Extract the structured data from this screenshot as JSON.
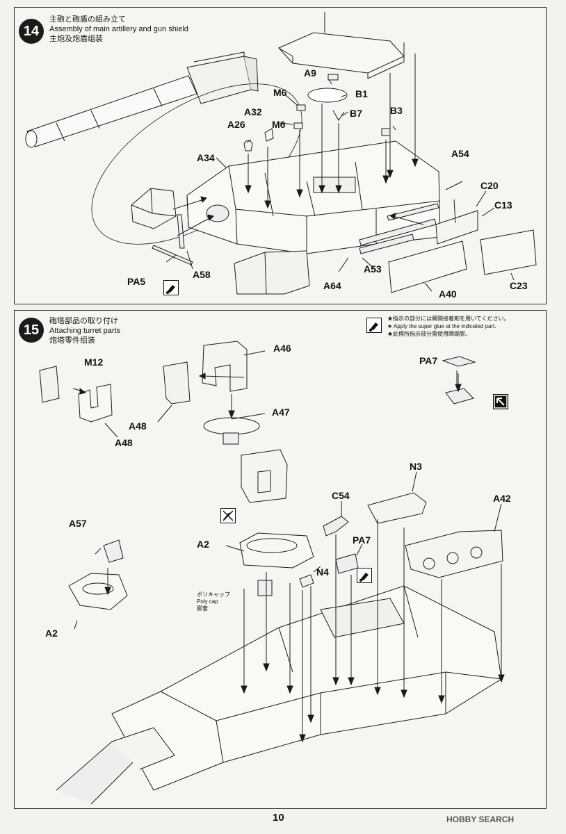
{
  "step14": {
    "number": "14",
    "title_jp": "主砲と砲盾の組み立て",
    "title_en": "Assembly of main artillery and gun shield",
    "title_cn": "主炮及炮盾组装",
    "labels": {
      "A9": "A9",
      "B1": "B1",
      "M6a": "M6",
      "B7": "B7",
      "B3": "B3",
      "A32": "A32",
      "M6b": "M6",
      "A26": "A26",
      "A34": "A34",
      "A54": "A54",
      "C20": "C20",
      "C13": "C13",
      "PA5": "PA5",
      "A58": "A58",
      "A53": "A53",
      "A64": "A64",
      "A40": "A40",
      "C23": "C23"
    }
  },
  "step15": {
    "number": "15",
    "title_jp": "砲塔部品の取り付け",
    "title_en": "Attaching turret parts",
    "title_cn": "炮塔零件组装",
    "note_jp": "★指示の部分には瞬間接着剤を用いてください。",
    "note_en": "★ Apply the super glue at the indicated part.",
    "note_cn": "★此標所指示部分需使用瞬間膠。",
    "labels": {
      "A46": "A46",
      "M12": "M12",
      "PA7a": "PA7",
      "A48a": "A48",
      "A47": "A47",
      "A48b": "A48",
      "N3": "N3",
      "C54": "C54",
      "A42": "A42",
      "A57": "A57",
      "A2a": "A2",
      "PA7b": "PA7",
      "N4": "N4",
      "A2b": "A2"
    },
    "polycap_jp": "ポリキャップ",
    "polycap_en": "Poly cap",
    "polycap_cn": "膠套"
  },
  "page_number": "10",
  "watermark": "HOBBY SEARCH",
  "icons": [
    "glue-icon",
    "no-glue-icon",
    "arrow-icon"
  ]
}
